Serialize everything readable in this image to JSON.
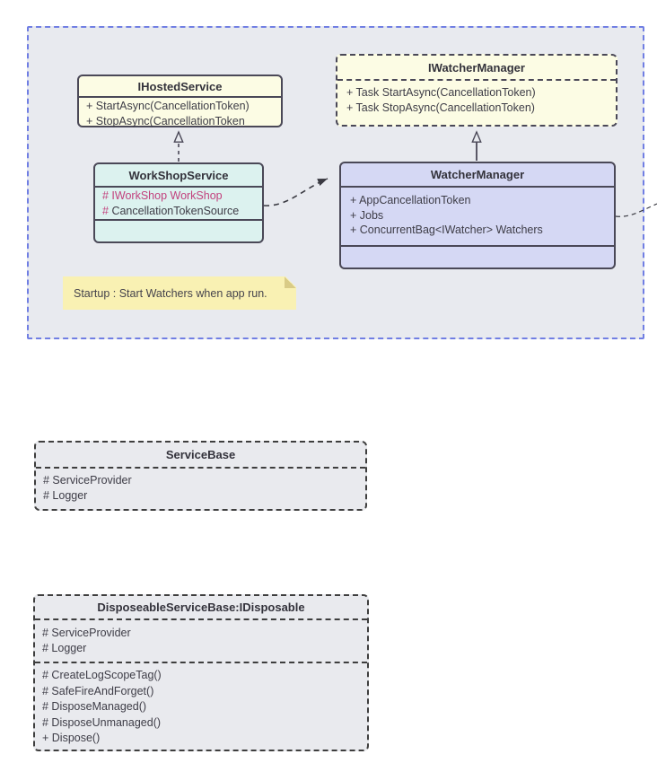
{
  "classes": {
    "ihostedservice": {
      "title": "IHostedService",
      "members": [
        "+ StartAsync(CancellationToken)",
        "+ StopAsync(CancellationToken"
      ]
    },
    "iwatchermanager": {
      "title": "IWatcherManager",
      "members": [
        "+ Task StartAsync(CancellationToken)",
        "+ Task StopAsync(CancellationToken)"
      ]
    },
    "workshopservice": {
      "title": "WorkShopService",
      "field_highlight": "# IWorkShop WorkShop",
      "field2_hash": "#",
      "field2_name": "CancellationTokenSource"
    },
    "watchermanager": {
      "title": "WatcherManager",
      "members": [
        "+ AppCancellationToken",
        "+ Jobs",
        "+ ConcurrentBag<IWatcher> Watchers"
      ]
    },
    "servicebase": {
      "title": "ServiceBase",
      "members": [
        "# ServiceProvider",
        "# Logger"
      ]
    },
    "disposeableservicebase": {
      "title": "DisposeableServiceBase:IDisposable",
      "fields": [
        "# ServiceProvider",
        "# Logger"
      ],
      "methods": [
        "# CreateLogScopeTag()",
        "# SafeFireAndForget()",
        "# DisposeManaged()",
        "# DisposeUnmanaged()",
        "+ Dispose()"
      ]
    }
  },
  "note": {
    "text": "Startup : Start Watchers when app run."
  },
  "colors": {
    "frame_border": "#707EE3",
    "frame_bg": "#E8EAEF",
    "interface_bg": "#FCFCE4",
    "workshop_bg": "#DCF2EF",
    "manager_bg": "#D5D8F4",
    "base_bg": "#E9EAEE",
    "note_bg": "#F9F1B3",
    "highlight_text": "#C2417D",
    "line": "#4A4857"
  }
}
